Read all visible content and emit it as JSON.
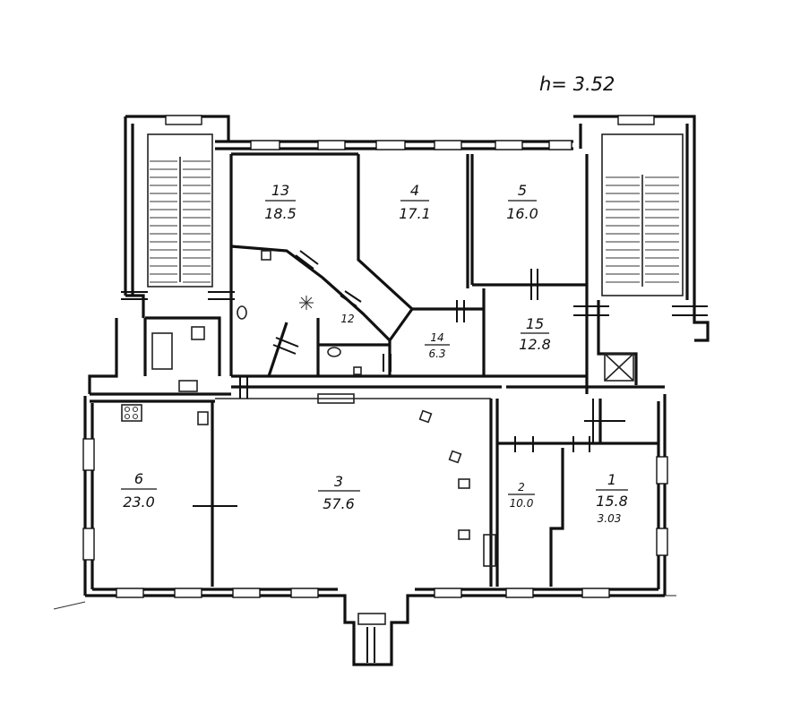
{
  "plan": {
    "ceiling_height": "h= 3.52",
    "rooms": [
      {
        "id": "13",
        "area": "18.5"
      },
      {
        "id": "4",
        "area": "17.1"
      },
      {
        "id": "5",
        "area": "16.0"
      },
      {
        "id": "12",
        "area": ""
      },
      {
        "id": "14",
        "area": "6.3"
      },
      {
        "id": "15",
        "area": "12.8"
      },
      {
        "id": "6",
        "area": "23.0"
      },
      {
        "id": "3",
        "area": "57.6"
      },
      {
        "id": "2",
        "area": "10.0"
      },
      {
        "id": "1",
        "area": "15.8",
        "extra": "3.03"
      }
    ]
  }
}
